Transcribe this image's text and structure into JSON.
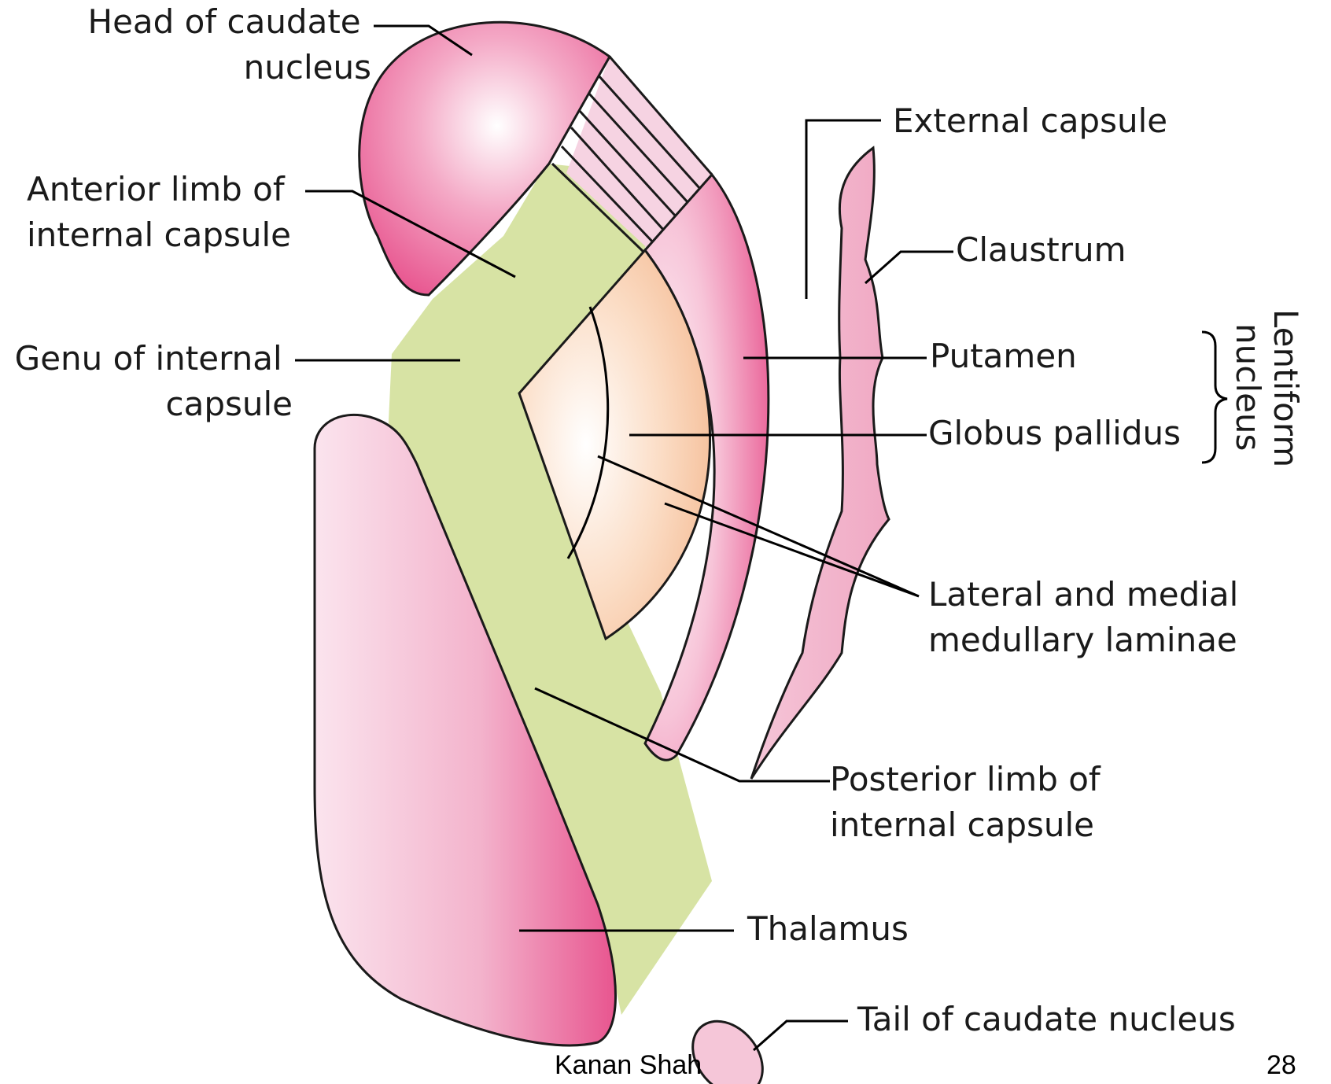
{
  "labels": {
    "head_caudate": [
      "Head of caudate",
      "nucleus"
    ],
    "anterior_limb": [
      "Anterior limb of",
      "internal capsule"
    ],
    "genu": [
      "Genu of internal",
      "capsule"
    ],
    "external_capsule": "External capsule",
    "claustrum": "Claustrum",
    "putamen": "Putamen",
    "globus_pallidus": "Globus pallidus",
    "lentiform": [
      "Lentiform",
      "nucleus"
    ],
    "laminae": [
      "Lateral and medial",
      "medullary laminae"
    ],
    "posterior_limb": [
      "Posterior limb of",
      "internal capsule"
    ],
    "thalamus": "Thalamus",
    "tail_caudate": "Tail of caudate nucleus"
  },
  "footer": {
    "author": "Kanan Shah",
    "page_number": "28"
  },
  "colors": {
    "capsule_green": "#d7e3a4",
    "caudate_pink": "#e8558f",
    "light_pink": "#f5c6d8",
    "globus_orange": "#f3b48a",
    "outline": "#1a1a1a"
  }
}
